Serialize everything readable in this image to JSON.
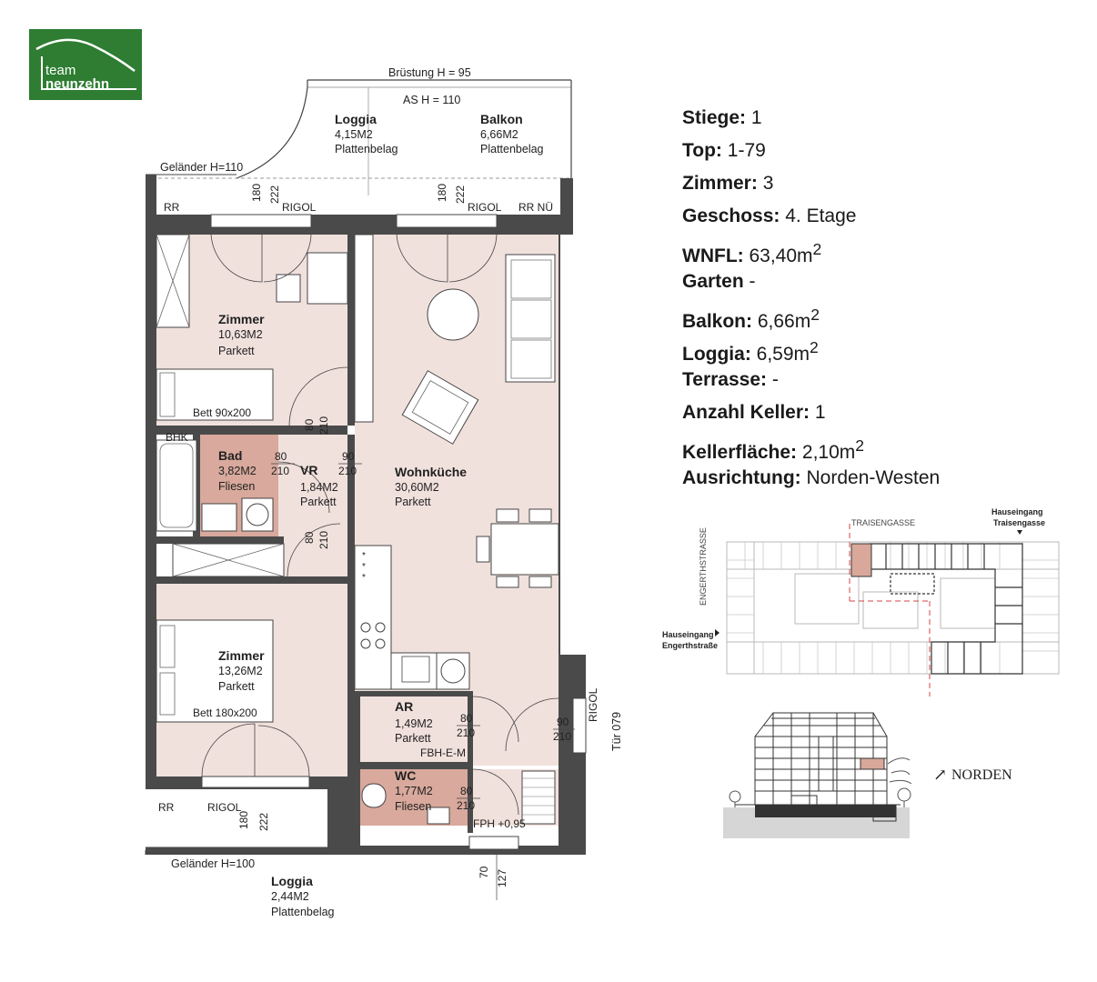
{
  "brand": {
    "line1": "team",
    "line2": "neunzehn",
    "color": "#2e7d32"
  },
  "plan": {
    "top": {
      "bruestung": "Brüstung H = 95",
      "ash": "AS H = 110",
      "gelaender": "Geländer H=110",
      "rr_left": "RR",
      "rigol1": "RIGOL",
      "rigol2": "RIGOL",
      "rrnue": "RR NÜ",
      "d180a": "180",
      "d222a": "222",
      "d180b": "180",
      "d222b": "222"
    },
    "loggia_top": {
      "name": "Loggia",
      "area": "4,15M2",
      "floor": "Plattenbelag"
    },
    "balkon": {
      "name": "Balkon",
      "area": "6,66M2",
      "floor": "Plattenbelag"
    },
    "zimmer1": {
      "name": "Zimmer",
      "area": "10,63M2",
      "floor": "Parkett",
      "bed": "Bett 90x200"
    },
    "bad": {
      "name": "Bad",
      "area": "3,82M2",
      "floor": "Fliesen",
      "bhk": "BHK",
      "door_w": "80",
      "door_h": "210"
    },
    "vr": {
      "name": "VR",
      "area": "1,84M2",
      "floor": "Parkett",
      "door1_w": "90",
      "door1_h": "210",
      "door2_w": "80",
      "door2_h": "210",
      "door3_w": "80",
      "door3_h": "210"
    },
    "wohnkueche": {
      "name": "Wohnküche",
      "area": "30,60M2",
      "floor": "Parkett"
    },
    "zimmer2": {
      "name": "Zimmer",
      "area": "13,26M2",
      "floor": "Parkett",
      "bed": "Bett 180x200"
    },
    "ar": {
      "name": "AR",
      "area": "1,49M2",
      "floor": "Parkett",
      "door_w": "80",
      "door_h": "210",
      "fbh": "FBH-E-M"
    },
    "wc": {
      "name": "WC",
      "area": "1,77M2",
      "floor": "Fliesen",
      "door_w": "80",
      "door_h": "210",
      "fph": "FPH +0,95"
    },
    "entry": {
      "door_w": "90",
      "door_h": "210",
      "tuer": "Tür 079",
      "rigol": "RIGOL"
    },
    "bottom": {
      "rr": "RR",
      "rigol": "RIGOL",
      "d180": "180",
      "d222": "222",
      "gelaender": "Geländer H=100",
      "loggia_name": "Loggia",
      "loggia_area": "2,44M2",
      "loggia_floor": "Plattenbelag",
      "d70": "70",
      "d127": "127"
    }
  },
  "info": [
    {
      "key": "Stiege:",
      "value": "1"
    },
    {
      "key": "Top:",
      "value": "1-79"
    },
    {
      "key": "Zimmer:",
      "value": "3"
    },
    {
      "key": "Geschoss:",
      "value": "4. Etage"
    },
    {
      "key": "WNFL:",
      "value": "63,40m",
      "sup": "2"
    },
    {
      "key": "Garten",
      "value": "-"
    },
    {
      "key": "Balkon:",
      "value": "6,66m",
      "sup": "2"
    },
    {
      "key": "Loggia:",
      "value": "6,59m",
      "sup": "2"
    },
    {
      "key": "Terrasse:",
      "value": "-"
    },
    {
      "key": "Anzahl Keller:",
      "value": "1"
    },
    {
      "key": "Kellerfläche:",
      "value": "2,10m",
      "sup": "2"
    },
    {
      "key": "Ausrichtung:",
      "value": "Norden-Westen"
    }
  ],
  "site": {
    "traisengasse": "TRAISENGASSE",
    "entrance_top_1": "Hauseingang",
    "entrance_top_2": "Traisengasse",
    "engerthstrasse": "ENGERTHSTRASSE",
    "entrance_left_1": "Hauseingang",
    "entrance_left_2": "Engerthstraße",
    "highlight": "#d9a89a"
  },
  "section": {
    "north": "NORDEN",
    "north_arrow": "↗"
  }
}
